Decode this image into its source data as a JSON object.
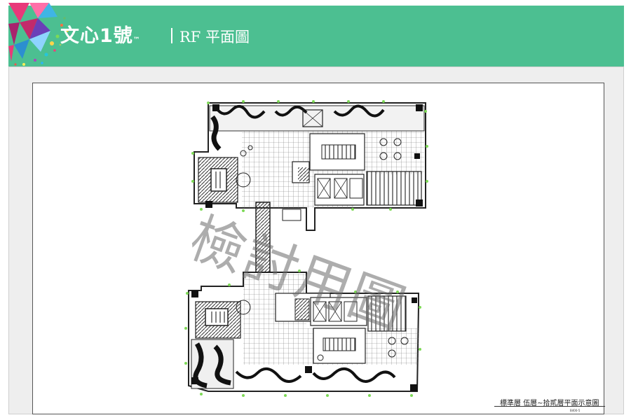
{
  "header": {
    "brand": "文心1號",
    "brand_mark": "™",
    "page_title": "RF 平面圖",
    "color": "#4cbf91"
  },
  "drawing": {
    "watermark": "檢討用圖",
    "sheet_title": "標準層 伍層~拾貳層平面示意圖",
    "sheet_code": "B400-5"
  }
}
